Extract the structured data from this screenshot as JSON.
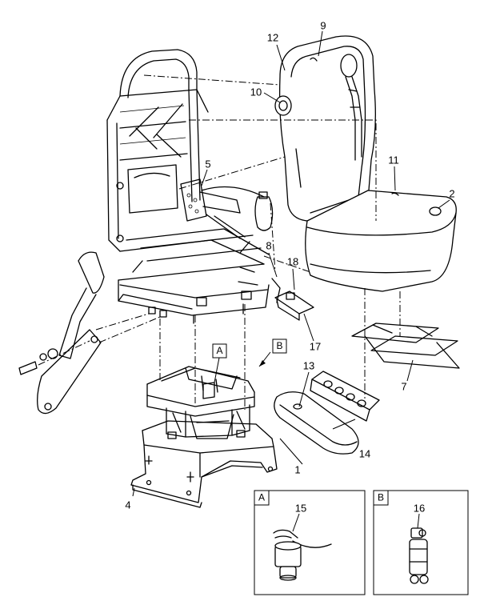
{
  "callouts": {
    "n1": "1",
    "n2": "2",
    "n4": "4",
    "n5": "5",
    "n7": "7",
    "n8": "8",
    "n9": "9",
    "n10": "10",
    "n11": "11",
    "n12": "12",
    "n13": "13",
    "n14": "14",
    "n15": "15",
    "n16": "16",
    "n17": "17",
    "n18": "18"
  },
  "view_labels": {
    "a": "A",
    "b": "B"
  },
  "detail_boxes": {
    "a": {
      "label": "A",
      "part": "15"
    },
    "b": {
      "label": "B",
      "part": "16"
    }
  }
}
